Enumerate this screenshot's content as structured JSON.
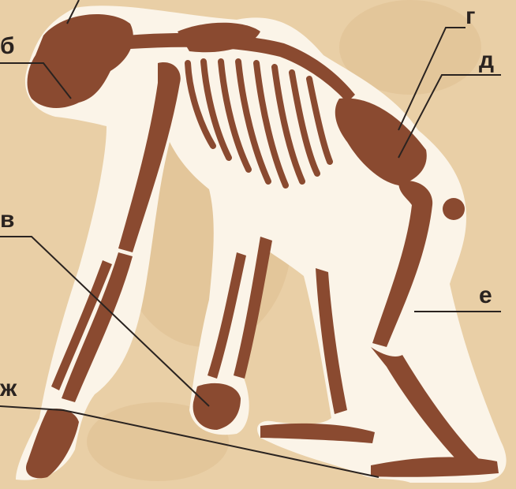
{
  "colors": {
    "background": "#e9cfa6",
    "silhouette": "#fbf4e8",
    "bone": "#8a4a30",
    "leader_line": "#2a2320"
  },
  "labels": {
    "b": "б",
    "v": "в",
    "g": "г",
    "d": "д",
    "e": "е",
    "zh": "ж"
  }
}
